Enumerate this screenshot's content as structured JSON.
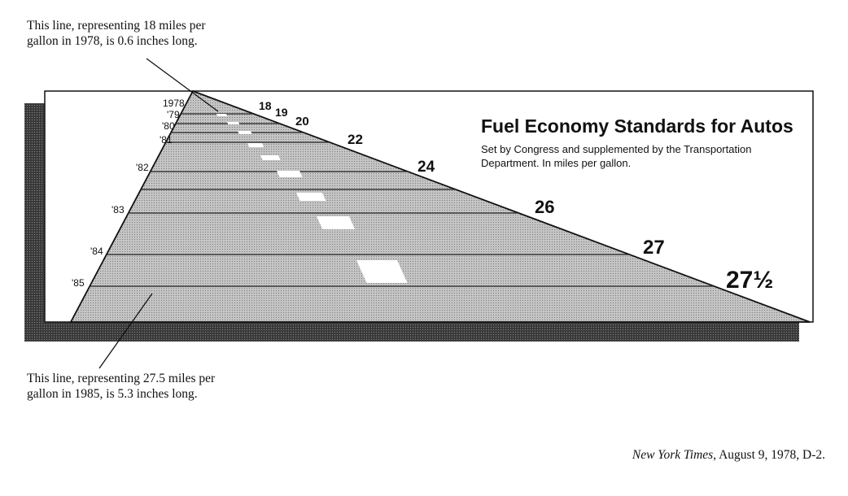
{
  "annotations": {
    "top_line1": "This line, representing 18 miles per",
    "top_line2": "gallon in 1978, is 0.6 inches long.",
    "bottom_line1": "This line, representing 27.5 miles per",
    "bottom_line2": "gallon in 1985, is 5.3 inches long."
  },
  "source": {
    "publication": "New York Times",
    "rest": ", August 9, 1978, D-2."
  },
  "chart_data": {
    "type": "bar",
    "title": "Fuel Economy Standards for Autos",
    "subtitle_line1": "Set by Congress and supplemented by the Transportation",
    "subtitle_line2": "Department. In miles per gallon.",
    "categories": [
      "1978",
      "'79",
      "'80",
      "'81",
      "'82",
      "'83",
      "'84",
      "'85"
    ],
    "values": [
      18,
      19,
      20,
      22,
      24,
      26,
      27,
      27.5
    ],
    "value_labels": [
      "18",
      "19",
      "20",
      "22",
      "24",
      "26",
      "27",
      "27½"
    ],
    "xlabel": "",
    "ylabel": "",
    "orientation": "horizontal-perspective",
    "colors": {
      "road": "#b3b3b3",
      "shadow": "#2e2e2e",
      "lane_dash": "#ffffff",
      "lines": "#222222"
    }
  }
}
